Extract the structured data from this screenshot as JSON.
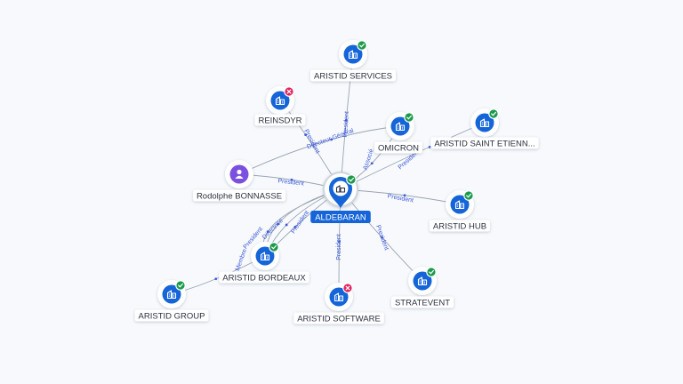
{
  "center": {
    "label": "ALDEBARAN",
    "icon": "company-icon",
    "status": "active",
    "color": "#1565d8"
  },
  "nodes": [
    {
      "id": "aristid-services",
      "label": "ARISTID SERVICES",
      "type": "company",
      "status": "active"
    },
    {
      "id": "reinsdyr",
      "label": "REINSDYR",
      "type": "company",
      "status": "inactive"
    },
    {
      "id": "omicron",
      "label": "OMICRON",
      "type": "company",
      "status": "active"
    },
    {
      "id": "aristid-saint-etienne",
      "label": "ARISTID SAINT ETIENN...",
      "type": "company",
      "status": "active"
    },
    {
      "id": "rodolphe-bonnasse",
      "label": "Rodolphe BONNASSE",
      "type": "person",
      "status": "none"
    },
    {
      "id": "aristid-hub",
      "label": "ARISTID HUB",
      "type": "company",
      "status": "active"
    },
    {
      "id": "aristid-bordeaux",
      "label": "ARISTID BORDEAUX",
      "type": "company",
      "status": "active"
    },
    {
      "id": "aristid-group",
      "label": "ARISTID GROUP",
      "type": "company",
      "status": "active"
    },
    {
      "id": "aristid-software",
      "label": "ARISTID SOFTWARE",
      "type": "company",
      "status": "inactive"
    },
    {
      "id": "stratevent",
      "label": "STRATEVENT",
      "type": "company",
      "status": "active"
    }
  ],
  "edges": [
    {
      "from": "center",
      "to": "aristid-services",
      "label": "President"
    },
    {
      "from": "center",
      "to": "reinsdyr",
      "label": "President"
    },
    {
      "from": "center",
      "to": "omicron",
      "label": "Associé"
    },
    {
      "from": "omicron",
      "to": "rodolphe-bonnasse",
      "label": "Directeur Général"
    },
    {
      "from": "center",
      "to": "aristid-saint-etienne",
      "label": "President"
    },
    {
      "from": "rodolphe-bonnasse",
      "to": "center",
      "label": "President"
    },
    {
      "from": "center",
      "to": "aristid-hub",
      "label": "President"
    },
    {
      "from": "center",
      "to": "aristid-bordeaux",
      "label": "President"
    },
    {
      "from": "center",
      "to": "aristid-bordeaux",
      "label": "Directrice"
    },
    {
      "from": "center",
      "to": "aristid-bordeaux",
      "label": "President"
    },
    {
      "from": "center",
      "to": "aristid-bordeaux",
      "label": "Membre"
    },
    {
      "from": "aristid-group",
      "to": "aristid-bordeaux",
      "label": ""
    },
    {
      "from": "center",
      "to": "aristid-software",
      "label": "President"
    },
    {
      "from": "center",
      "to": "stratevent",
      "label": "President"
    }
  ],
  "colors": {
    "company": "#1565d8",
    "person": "#7b4fe0",
    "active": "#1a9a4a",
    "inactive": "#e0245e",
    "edge": "#9aa4b2",
    "edge_label": "#3d5bd9"
  }
}
